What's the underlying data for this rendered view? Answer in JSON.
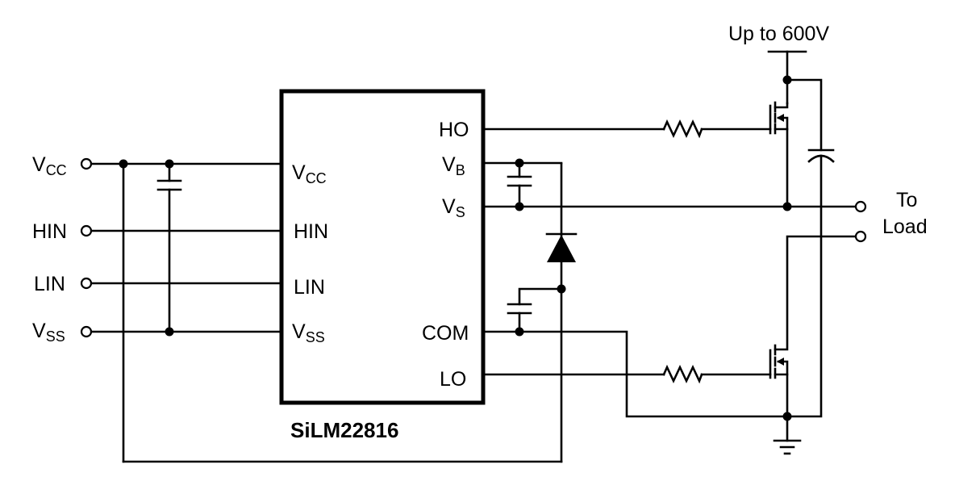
{
  "diagram": {
    "type": "schematic",
    "title": "Half-bridge gate driver application circuit",
    "chip": {
      "name": "SiLM22816",
      "left_pins": [
        {
          "main": "V",
          "sub": "CC"
        },
        {
          "main": "HIN",
          "sub": ""
        },
        {
          "main": "LIN",
          "sub": ""
        },
        {
          "main": "V",
          "sub": "SS"
        }
      ],
      "right_pins": [
        {
          "main": "HO",
          "sub": ""
        },
        {
          "main": "V",
          "sub": "B"
        },
        {
          "main": "V",
          "sub": "S"
        },
        {
          "main": "COM",
          "sub": ""
        },
        {
          "main": "LO",
          "sub": ""
        }
      ]
    },
    "inputs": [
      {
        "main": "V",
        "sub": "CC"
      },
      {
        "main": "HIN",
        "sub": ""
      },
      {
        "main": "LIN",
        "sub": ""
      },
      {
        "main": "V",
        "sub": "SS"
      }
    ],
    "supply_label": "Up to 600V",
    "output_label_line1": "To",
    "output_label_line2": "Load",
    "components": [
      "bypass-capacitor",
      "bootstrap-capacitor",
      "bootstrap-diode",
      "vcc-decoupling-capacitor",
      "high-side-gate-resistor",
      "low-side-gate-resistor",
      "high-side-mosfet",
      "low-side-mosfet",
      "bulk-capacitor",
      "ground"
    ]
  }
}
